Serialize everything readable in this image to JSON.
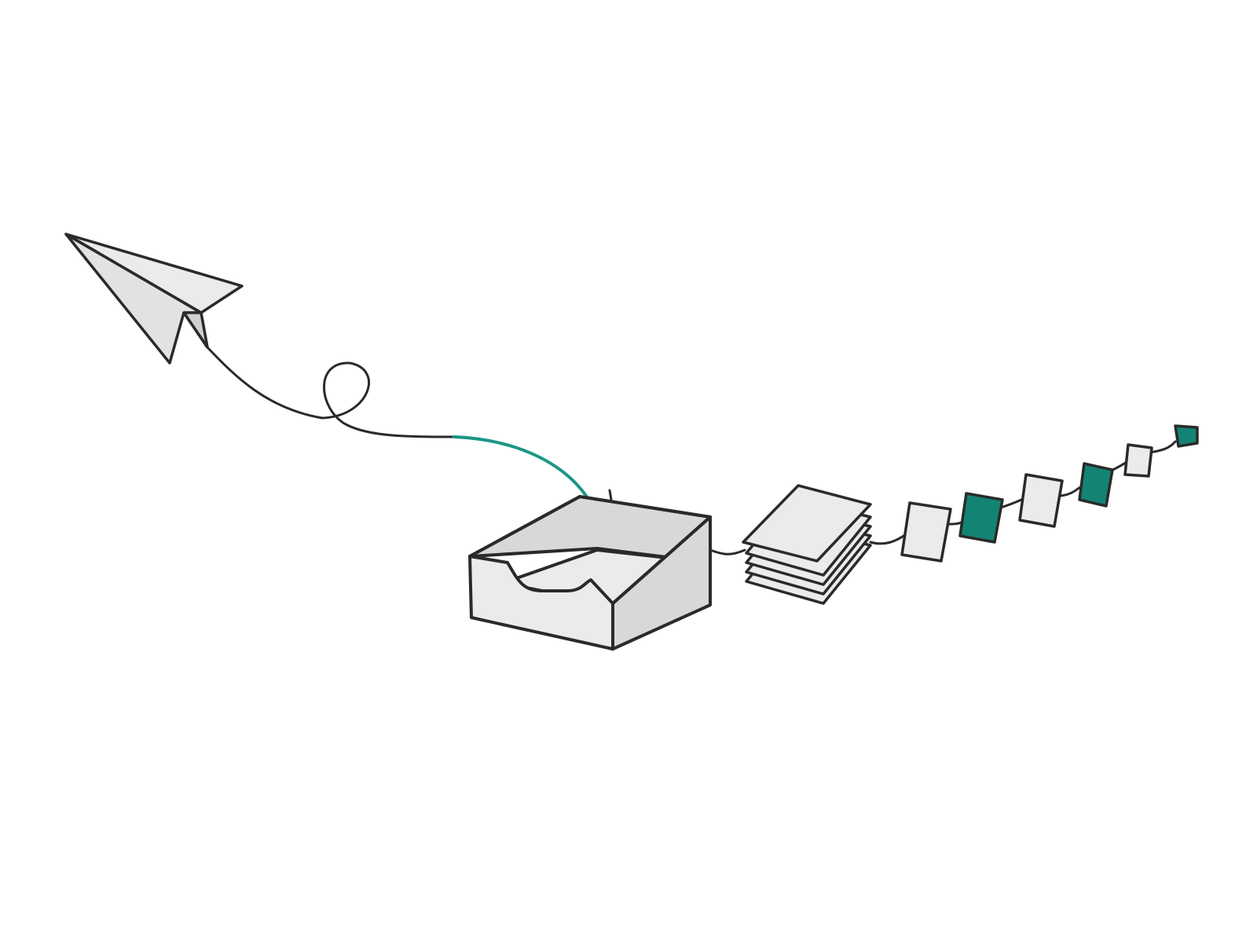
{
  "illustration": {
    "elements": [
      "paper-plane-icon",
      "flight-path",
      "inbox-tray-icon",
      "paper-stack-icon",
      "card-chain"
    ]
  },
  "colors": {
    "background": "#ffffff",
    "outline": "#2a2a2a",
    "paper_fill": "#ebebea",
    "paper_shade": "#d8d8d6",
    "accent": "#1b9685",
    "accent_card": "#138473"
  },
  "card_chain": {
    "cards": [
      {
        "style": "light"
      },
      {
        "style": "accent"
      },
      {
        "style": "light"
      },
      {
        "style": "accent"
      },
      {
        "style": "light"
      },
      {
        "style": "accent"
      }
    ]
  }
}
